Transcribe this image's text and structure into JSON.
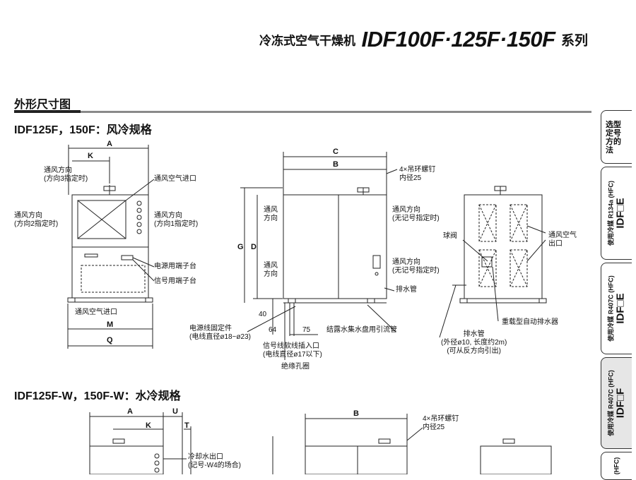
{
  "header": {
    "product_zh": "冷冻式空气干燥机",
    "model": "IDF100F·125F·150F",
    "series_suffix": "系列"
  },
  "section": {
    "title": "外形尺寸图"
  },
  "air_cooled": {
    "title": "IDF125F，150F：风冷规格",
    "front": {
      "dims": {
        "A": "A",
        "K": "K",
        "M": "M",
        "Q": "Q"
      },
      "labels": {
        "vent_dir3": "通风方向\n(方向3指定时)",
        "vent_dir2": "通风方向\n(方向2指定时)",
        "vent_dir1": "通风方向\n(方向1指定时)",
        "air_inlet_top": "通风空气进口",
        "power_terminal": "电源用端子台",
        "signal_terminal": "信号用端子台",
        "air_inlet_bottom": "通风空气进口"
      }
    },
    "side": {
      "dims": {
        "C": "C",
        "B": "B",
        "G": "G",
        "D": "D",
        "d40": "40",
        "d64": "64",
        "d75": "75"
      },
      "labels": {
        "eyebolt": "4×吊环螺钉\n内径25",
        "vent_dir_left1": "通风\n方向",
        "vent_dir_left2": "通风\n方向",
        "vent_dir_right1": "通风方向\n(无记号指定时)",
        "vent_dir_right2": "通风方向\n(无记号指定时)",
        "drain": "排水管",
        "cable_clamp": "电源线固定件\n(电线直径ø18~ø23)",
        "signal_inlet": "信号线软线插入口\n(电线直径ø17以下)",
        "insulation": "绝缘孔圈",
        "condensate": "结露水集水盘用引流管"
      }
    },
    "rear": {
      "labels": {
        "ball_valve": "球阀",
        "air_outlet": "通风空气\n出口",
        "auto_drain": "重载型自动排水器",
        "drain_pipe": "排水管\n(外径ø10, 长度约2m)\n(可从反方向引出)"
      }
    }
  },
  "water_cooled": {
    "title": "IDF125F-W，150F-W：水冷规格",
    "dims": {
      "A": "A",
      "U": "U",
      "K": "K",
      "T": "T",
      "B": "B"
    },
    "labels": {
      "eyebolt": "4×吊环螺钉\n内径25",
      "cooling_out": "冷却水出口\n(记号-W4的场合)"
    }
  },
  "side_tabs": [
    {
      "lines": [
        "选型",
        "定号",
        "方的",
        "法"
      ]
    },
    {
      "small": "使用冷媒  R134a (HFC)",
      "big": "IDF□E"
    },
    {
      "small": "使用冷媒  R407C (HFC)",
      "big": "IDF□E"
    },
    {
      "small": "使用冷媒  R407C (HFC)",
      "big": "IDF□F"
    },
    {
      "small": "(HFC)"
    }
  ]
}
